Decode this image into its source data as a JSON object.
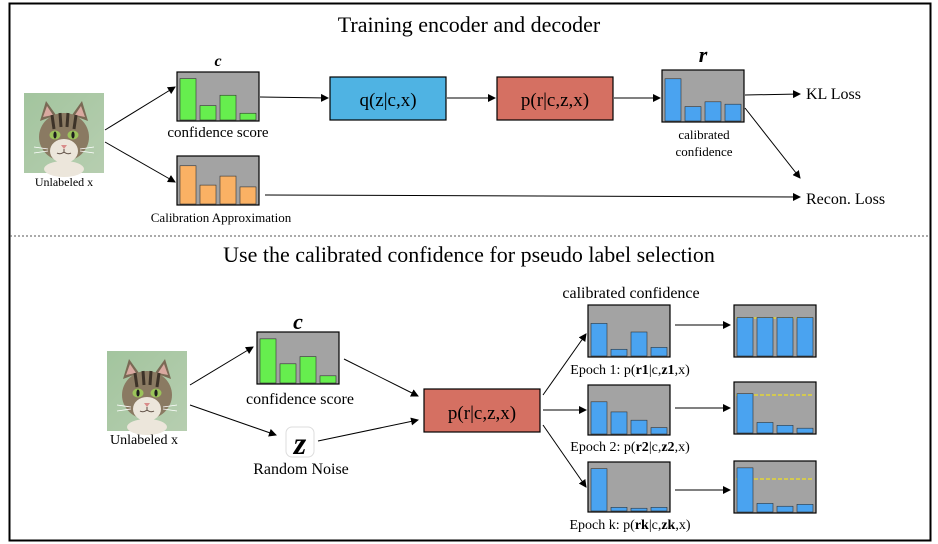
{
  "top": {
    "title": "Training encoder and decoder",
    "c_symbol": "c",
    "r_symbol": "r",
    "confidence_score_label": "confidence score",
    "calibration_approx_label": "Calibration Approximation",
    "unlabeled_label": "Unlabeled x",
    "encoder_label": "q(z|c,x)",
    "decoder_label": "p(r|c,z,x)",
    "calibrated_line1": "calibrated",
    "calibrated_line2": "confidence",
    "kl_loss": "KL Loss",
    "recon_loss": "Recon. Loss",
    "confidence_bars": [
      0.92,
      0.32,
      0.55,
      0.15
    ],
    "approx_bars": [
      0.85,
      0.42,
      0.62,
      0.38
    ],
    "calibrated_bars": [
      0.88,
      0.3,
      0.4,
      0.35
    ]
  },
  "bottom": {
    "title": "Use the calibrated confidence for pseudo label selection",
    "c_symbol": "c",
    "z_symbol": "z",
    "confidence_score_label": "confidence score",
    "unlabeled_label": "Unlabeled x",
    "random_noise_label": "Random Noise",
    "decoder_label": "p(r|c,z,x)",
    "calibrated_confidence_label": "calibrated confidence",
    "confidence_bars": [
      0.92,
      0.4,
      0.55,
      0.15
    ],
    "epochs": [
      {
        "prefix": "Epoch 1: p(",
        "r": "r1",
        "mid": "|c,",
        "z": "z1",
        "suffix": ",x)",
        "bars": [
          0.68,
          0.14,
          0.5,
          0.18
        ],
        "selected_bars": [
          0.8,
          0.8,
          0.8,
          0.8
        ]
      },
      {
        "prefix": "Epoch 2: p(",
        "r": "r2",
        "mid": "|c,",
        "z": "z2",
        "suffix": ",x)",
        "bars": [
          0.7,
          0.48,
          0.3,
          0.14
        ],
        "selected_bars": [
          0.82,
          0.22,
          0.16,
          0.1
        ]
      },
      {
        "prefix": "Epoch k: p(",
        "r": "rk",
        "mid": "|c,",
        "z": "zk",
        "suffix": ",x)",
        "bars": [
          0.92,
          0.08,
          0.06,
          0.08
        ],
        "selected_bars": [
          0.92,
          0.18,
          0.12,
          0.16
        ]
      }
    ]
  },
  "colors": {
    "panel_fill": "#a3a3a3",
    "green_bar": "#66ee4e",
    "orange_bar": "#fab164",
    "blue_bar": "#4aa3f0",
    "encoder_fill": "#4fb3e3",
    "decoder_fill": "#d57062",
    "threshold_line": "#f0e020"
  }
}
